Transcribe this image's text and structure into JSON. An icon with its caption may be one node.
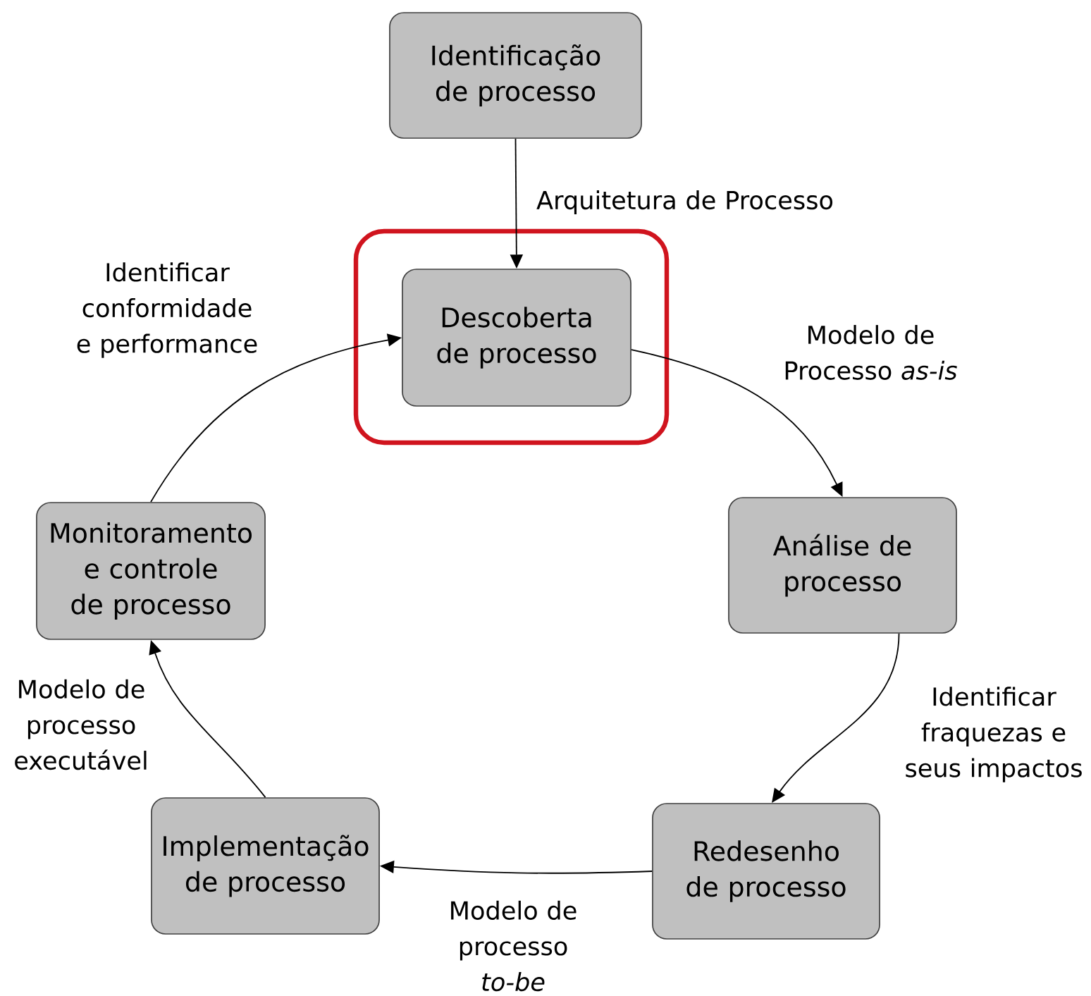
{
  "diagram": {
    "nodes": [
      {
        "text": [
          "Identificação de processo"
        ]
      },
      {
        "text": [
          "Descoberta de processo"
        ]
      },
      {
        "text": [
          "Análise de processo"
        ]
      },
      {
        "text": [
          "Redesenho de processo"
        ]
      },
      {
        "text": [
          "Implementação de processo"
        ]
      },
      {
        "text": [
          "Monitoramento e controle de processo"
        ]
      }
    ],
    "edges": [
      {
        "from": 0,
        "to": 1,
        "arrow": "to",
        "label": "Arquitetura de Processo"
      },
      {
        "from": 1,
        "to": 2,
        "arrow": "to",
        "label": "Modelo de Processo *as-is*"
      },
      {
        "from": 2,
        "to": 3,
        "arrow": "to",
        "label": "Identificar fraquezas e seus impactos"
      },
      {
        "from": 3,
        "to": 4,
        "arrow": "to",
        "label": "Modelo de processo *to-be*"
      },
      {
        "from": 4,
        "to": 5,
        "arrow": "to",
        "label": "Modelo de processo executável"
      },
      {
        "from": 5,
        "to": 1,
        "arrow": "to",
        "label": "Identificar conformidade e performance"
      }
    ]
  }
}
